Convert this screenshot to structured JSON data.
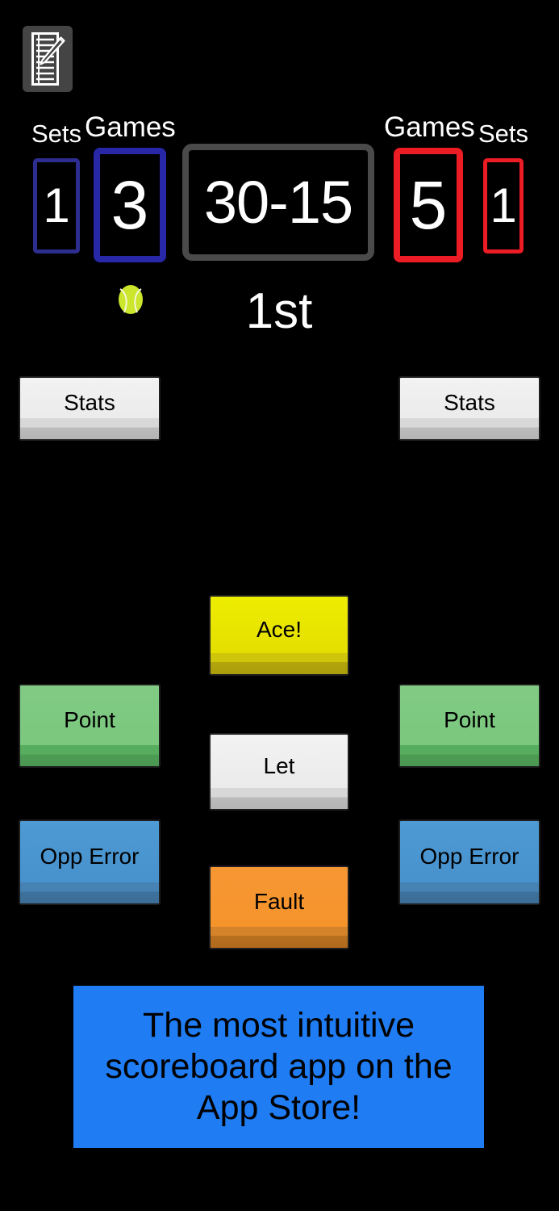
{
  "app": {
    "background_color": "#000000",
    "notes_icon": "notepad-pencil-icon"
  },
  "scoreboard": {
    "left_player": {
      "sets_label": "Sets",
      "sets_value": "1",
      "games_label": "Games",
      "games_value": "3",
      "accent_color": "#2727a8",
      "serving": true
    },
    "right_player": {
      "sets_label": "Sets",
      "sets_value": "1",
      "games_label": "Games",
      "games_value": "5",
      "accent_color": "#ec1c24",
      "serving": false
    },
    "point_score": "30-15",
    "point_score_border_color": "#4a4a4a",
    "set_indicator": "1st",
    "serve_ball_color": "#cbe62c"
  },
  "buttons": {
    "stats_left": "Stats",
    "stats_right": "Stats",
    "ace": "Ace!",
    "point_left": "Point",
    "point_right": "Point",
    "let": "Let",
    "opp_error_left": "Opp Error",
    "opp_error_right": "Opp Error",
    "fault": "Fault"
  },
  "promo": {
    "text": "The most intuitive scoreboard app on the App Store!",
    "background_color": "#1f7cf2",
    "text_color": "#000000"
  }
}
